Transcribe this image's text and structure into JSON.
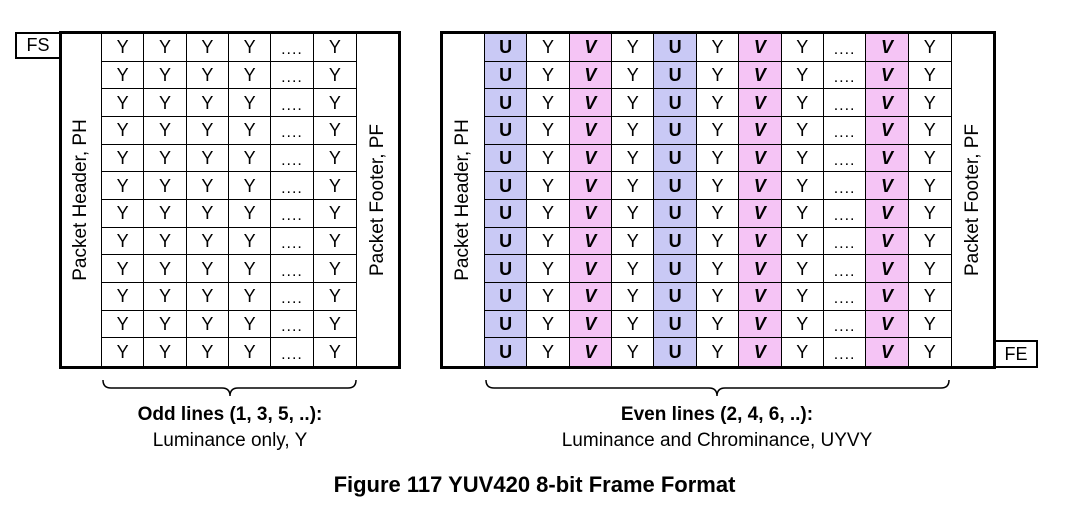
{
  "markers": {
    "frame_start": "FS",
    "frame_end": "FE"
  },
  "packet": {
    "header": "Packet Header, PH",
    "footer": "Packet Footer, PF"
  },
  "odd_lines": {
    "rows": 12,
    "columns": [
      "Y",
      "Y",
      "Y",
      "Y",
      "....",
      "Y"
    ],
    "title": "Odd lines (1, 3, 5, ..):",
    "subtitle": "Luminance only, Y"
  },
  "even_lines": {
    "rows": 12,
    "columns": [
      "U",
      "Y",
      "V",
      "Y",
      "U",
      "Y",
      "V",
      "Y",
      "....",
      "V",
      "Y"
    ],
    "title": "Even lines (2, 4, 6, ..):",
    "subtitle": "Luminance and Chrominance, UYVY"
  },
  "colors": {
    "u_cell": "#c9c9f5",
    "v_cell": "#f5c4f5",
    "line": "#000000"
  },
  "figure_title": "Figure 117 YUV420 8-bit Frame Format"
}
